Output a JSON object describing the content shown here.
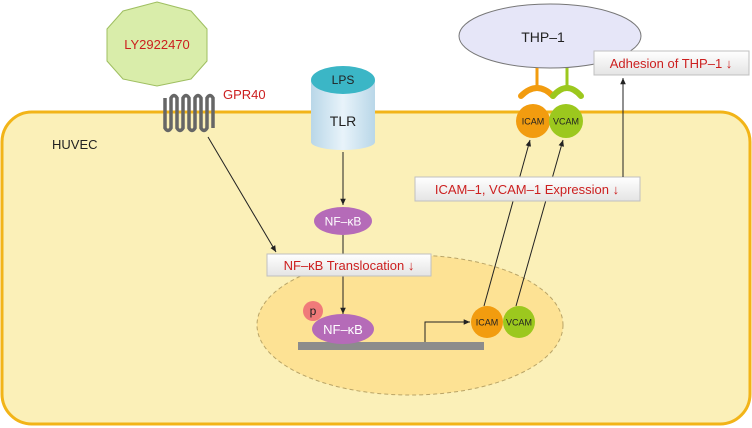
{
  "drug": {
    "name": "LY2922470"
  },
  "receptor": {
    "name": "GPR40"
  },
  "cell": {
    "name": "HUVEC"
  },
  "monocyte": {
    "name": "THP–1"
  },
  "ligand": {
    "name": "LPS"
  },
  "toll_receptor": {
    "name": "TLR"
  },
  "cytoplasm_factor": {
    "name": "NF–κB"
  },
  "nuclear_factor": {
    "name": "NF–κB",
    "phospho_mark": "p"
  },
  "genes": {
    "icam": "ICAM",
    "vcam": "VCAM"
  },
  "surface": {
    "icam": "ICAM",
    "vcam": "VCAM"
  },
  "effects": {
    "translocation": "NF–κB Translocation ↓",
    "expression": "ICAM–1, VCAM–1 Expression ↓",
    "adhesion": "Adhesion of THP–1 ↓"
  },
  "colors": {
    "cell_fill": "#fbf0b8",
    "cell_border": "#f2b418",
    "nucleus_fill": "#fde294",
    "drug_fill": "#d9edaa",
    "drug_text": "#cc1f1f",
    "receptor_text": "#cc1f1f",
    "thp1_fill": "#e6e6f8",
    "lps_fill": "#3bb6c6",
    "tlr_fill": "#cfe3ef",
    "nfkb_fill": "#b56bb8",
    "phospho_fill": "#f07a7a",
    "icam_fill": "#f29c0f",
    "vcam_fill": "#9cc81e",
    "effect_text": "#cc1f1f"
  }
}
